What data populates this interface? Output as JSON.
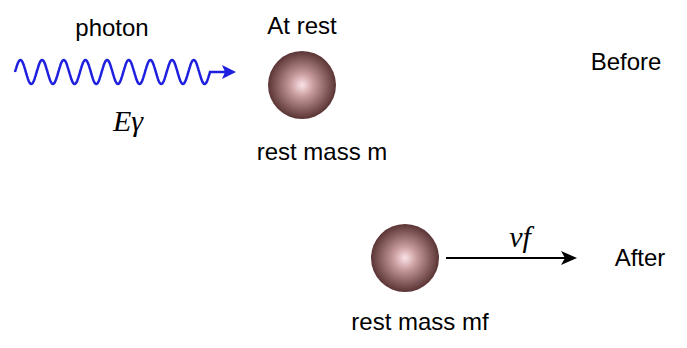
{
  "diagram": {
    "labels": [
      "photon",
      "Eγ",
      "At rest",
      "rest mass m",
      "Before",
      "vf",
      "After",
      "rest mass mf"
    ]
  }
}
